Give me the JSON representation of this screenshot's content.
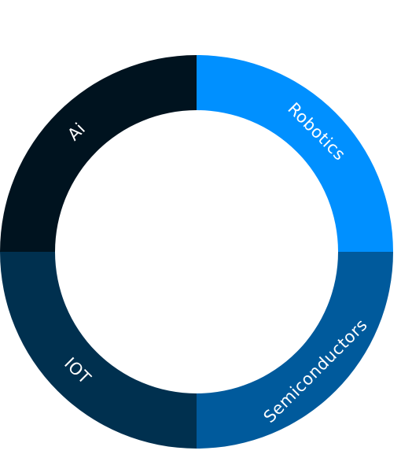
{
  "diagram": {
    "segments": [
      {
        "id": "robotics",
        "label": "Robotics",
        "color": "#0090ff"
      },
      {
        "id": "semiconductors",
        "label": "Semiconductors",
        "color": "#005a9c"
      },
      {
        "id": "iot",
        "label": "IOT",
        "color": "#00304f"
      },
      {
        "id": "ai",
        "label": "Ai",
        "color": "#00131f"
      }
    ]
  }
}
